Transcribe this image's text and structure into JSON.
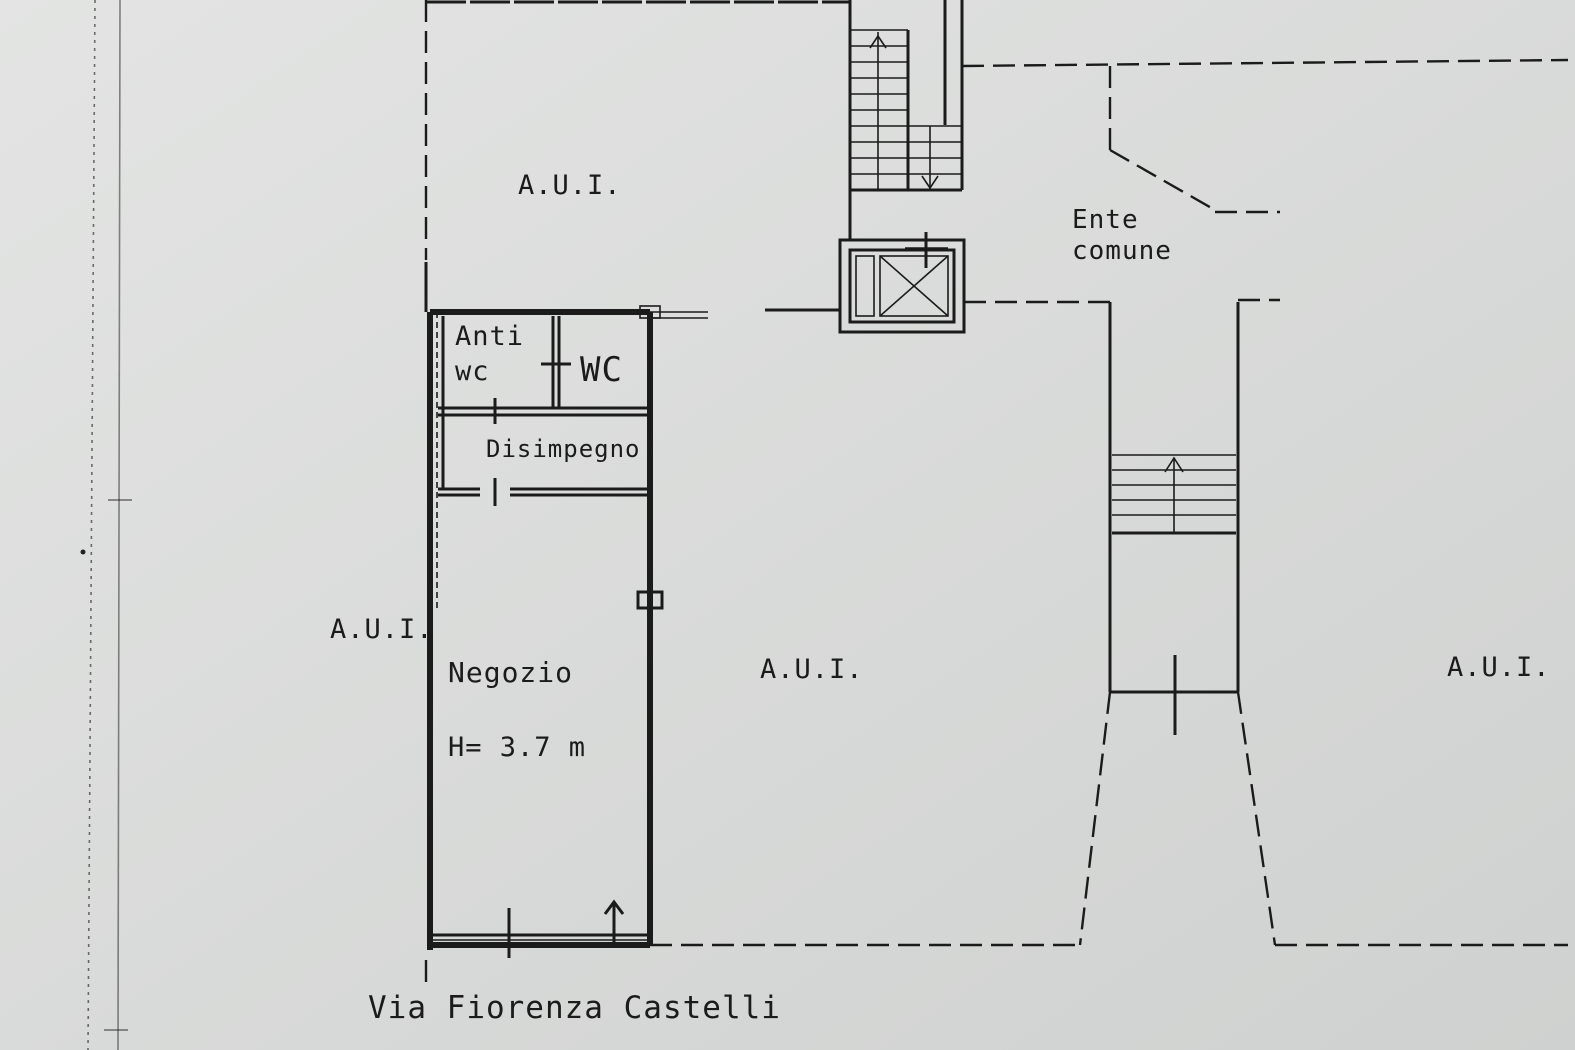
{
  "labels": {
    "aui_top": "A.U.I.",
    "aui_left": "A.U.I.",
    "aui_center": "A.U.I.",
    "aui_right": "A.U.I.",
    "ente_line1": "Ente",
    "ente_line2": "comune",
    "anti_line1": "Anti",
    "anti_line2": "wc",
    "wc": "WC",
    "disimpegno": "Disimpegno",
    "negozio": "Negozio",
    "height": "H= 3.7 m",
    "street": "Via Fiorenza Castelli"
  }
}
